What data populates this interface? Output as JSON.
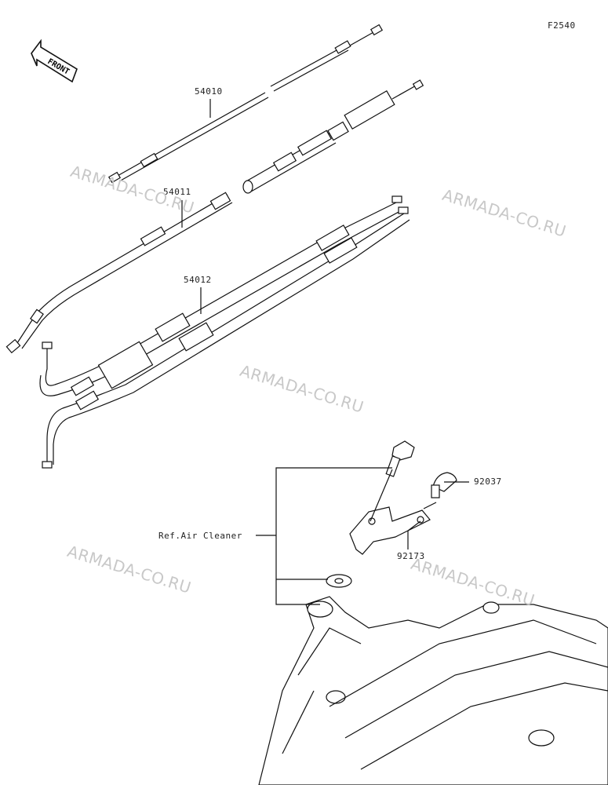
{
  "figure_code": "F2540",
  "front_label": "FRONT",
  "parts": {
    "p54010": "54010",
    "p54011": "54011",
    "p54012": "54012",
    "p92037": "92037",
    "p92173": "92173"
  },
  "ref_label": "Ref.Air Cleaner",
  "watermarks": [
    "ARMADA-CO.RU",
    "ARMADA-CO.RU",
    "ARMADA-CO.RU",
    "ARMADA-CO.RU",
    "ARMADA-CO.RU"
  ]
}
